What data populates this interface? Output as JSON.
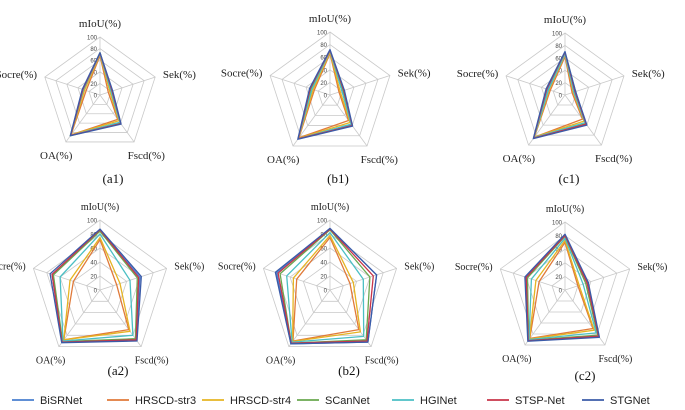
{
  "axes": [
    "mIoU(%)",
    "Sek(%)",
    "Fscd(%)",
    "OA(%)",
    "Socre(%)"
  ],
  "ticks": [
    "0",
    "20",
    "40",
    "60",
    "80",
    "100"
  ],
  "legend": [
    {
      "name": "BiSRNet",
      "color": "#4a7fcf"
    },
    {
      "name": "HRSCD-str3",
      "color": "#e07a3a"
    },
    {
      "name": "HRSCD-str4",
      "color": "#e6b422"
    },
    {
      "name": "SCanNet",
      "color": "#6aa84f"
    },
    {
      "name": "HGINet",
      "color": "#4bbfc4"
    },
    {
      "name": "STSP-Net",
      "color": "#c8354a"
    },
    {
      "name": "STGNet",
      "color": "#3b5ba8"
    }
  ],
  "chart_data": [
    {
      "type": "radar",
      "label": "(a1)",
      "axes": [
        "mIoU(%)",
        "Sek(%)",
        "Fscd(%)",
        "OA(%)",
        "Socre(%)"
      ],
      "ylim": [
        0,
        100
      ],
      "series": [
        {
          "name": "BiSRNet",
          "values": [
            72,
            22,
            60,
            86,
            30
          ]
        },
        {
          "name": "HRSCD-str3",
          "values": [
            68,
            15,
            52,
            85,
            25
          ]
        },
        {
          "name": "HRSCD-str4",
          "values": [
            70,
            18,
            55,
            85,
            28
          ]
        },
        {
          "name": "SCanNet",
          "values": [
            73,
            21,
            60,
            87,
            31
          ]
        },
        {
          "name": "HGINet",
          "values": [
            71,
            20,
            58,
            86,
            30
          ]
        },
        {
          "name": "STSP-Net",
          "values": [
            72,
            22,
            61,
            86,
            31
          ]
        },
        {
          "name": "STGNet",
          "values": [
            73,
            23,
            62,
            87,
            32
          ]
        }
      ]
    },
    {
      "type": "radar",
      "label": "(b1)",
      "axes": [
        "mIoU(%)",
        "Sek(%)",
        "Fscd(%)",
        "OA(%)",
        "Socre(%)"
      ],
      "ylim": [
        0,
        100
      ],
      "series": [
        {
          "name": "BiSRNet",
          "values": [
            70,
            20,
            58,
            86,
            32
          ]
        },
        {
          "name": "HRSCD-str3",
          "values": [
            66,
            15,
            50,
            84,
            26
          ]
        },
        {
          "name": "HRSCD-str4",
          "values": [
            68,
            17,
            54,
            85,
            28
          ]
        },
        {
          "name": "SCanNet",
          "values": [
            71,
            22,
            60,
            86,
            32
          ]
        },
        {
          "name": "HGINet",
          "values": [
            70,
            20,
            57,
            86,
            30
          ]
        },
        {
          "name": "STSP-Net",
          "values": [
            71,
            23,
            60,
            86,
            33
          ]
        },
        {
          "name": "STGNet",
          "values": [
            72,
            24,
            61,
            87,
            34
          ]
        }
      ]
    },
    {
      "type": "radar",
      "label": "(c1)",
      "axes": [
        "mIoU(%)",
        "Sek(%)",
        "Fscd(%)",
        "OA(%)",
        "Socre(%)"
      ],
      "ylim": [
        0,
        100
      ],
      "series": [
        {
          "name": "BiSRNet",
          "values": [
            68,
            16,
            58,
            86,
            30
          ]
        },
        {
          "name": "HRSCD-str3",
          "values": [
            62,
            12,
            48,
            84,
            25
          ]
        },
        {
          "name": "HRSCD-str4",
          "values": [
            65,
            14,
            52,
            84,
            27
          ]
        },
        {
          "name": "SCanNet",
          "values": [
            68,
            18,
            57,
            86,
            31
          ]
        },
        {
          "name": "HGINet",
          "values": [
            66,
            15,
            55,
            85,
            28
          ]
        },
        {
          "name": "STSP-Net",
          "values": [
            69,
            17,
            58,
            86,
            31
          ]
        },
        {
          "name": "STGNet",
          "values": [
            70,
            18,
            60,
            87,
            32
          ]
        }
      ]
    },
    {
      "type": "radar",
      "label": "(a2)",
      "axes": [
        "mIoU(%)",
        "Sek(%)",
        "Fscd(%)",
        "OA(%)",
        "Socre(%)"
      ],
      "ylim": [
        0,
        100
      ],
      "series": [
        {
          "name": "BiSRNet",
          "values": [
            85,
            60,
            88,
            92,
            72
          ]
        },
        {
          "name": "HRSCD-str3",
          "values": [
            72,
            25,
            70,
            88,
            40
          ]
        },
        {
          "name": "HRSCD-str4",
          "values": [
            75,
            30,
            73,
            88,
            45
          ]
        },
        {
          "name": "SCanNet",
          "values": [
            84,
            56,
            86,
            91,
            70
          ]
        },
        {
          "name": "HGINet",
          "values": [
            80,
            45,
            80,
            90,
            60
          ]
        },
        {
          "name": "STSP-Net",
          "values": [
            86,
            58,
            88,
            92,
            72
          ]
        },
        {
          "name": "STGNet",
          "values": [
            87,
            62,
            90,
            93,
            75
          ]
        }
      ]
    },
    {
      "type": "radar",
      "label": "(b2)",
      "axes": [
        "mIoU(%)",
        "Sek(%)",
        "Fscd(%)",
        "OA(%)",
        "Socre(%)"
      ],
      "ylim": [
        0,
        100
      ],
      "series": [
        {
          "name": "BiSRNet",
          "values": [
            88,
            70,
            92,
            95,
            80
          ]
        },
        {
          "name": "HRSCD-str3",
          "values": [
            75,
            30,
            70,
            90,
            50
          ]
        },
        {
          "name": "HRSCD-str4",
          "values": [
            78,
            35,
            74,
            91,
            55
          ]
        },
        {
          "name": "SCanNet",
          "values": [
            86,
            60,
            88,
            94,
            75
          ]
        },
        {
          "name": "HGINet",
          "values": [
            82,
            50,
            82,
            92,
            65
          ]
        },
        {
          "name": "STSP-Net",
          "values": [
            87,
            65,
            90,
            94,
            78
          ]
        },
        {
          "name": "STGNet",
          "values": [
            88,
            70,
            92,
            95,
            82
          ]
        }
      ]
    },
    {
      "type": "radar",
      "label": "(c2)",
      "axes": [
        "mIoU(%)",
        "Sek(%)",
        "Fscd(%)",
        "OA(%)",
        "Socre(%)"
      ],
      "ylim": [
        0,
        100
      ],
      "series": [
        {
          "name": "BiSRNet",
          "values": [
            80,
            35,
            85,
            92,
            60
          ]
        },
        {
          "name": "HRSCD-str3",
          "values": [
            70,
            20,
            70,
            88,
            40
          ]
        },
        {
          "name": "HRSCD-str4",
          "values": [
            73,
            22,
            73,
            89,
            45
          ]
        },
        {
          "name": "SCanNet",
          "values": [
            79,
            32,
            82,
            91,
            58
          ]
        },
        {
          "name": "HGINet",
          "values": [
            76,
            28,
            78,
            90,
            52
          ]
        },
        {
          "name": "STSP-Net",
          "values": [
            80,
            34,
            84,
            92,
            60
          ]
        },
        {
          "name": "STGNet",
          "values": [
            82,
            36,
            86,
            93,
            62
          ]
        }
      ]
    }
  ]
}
